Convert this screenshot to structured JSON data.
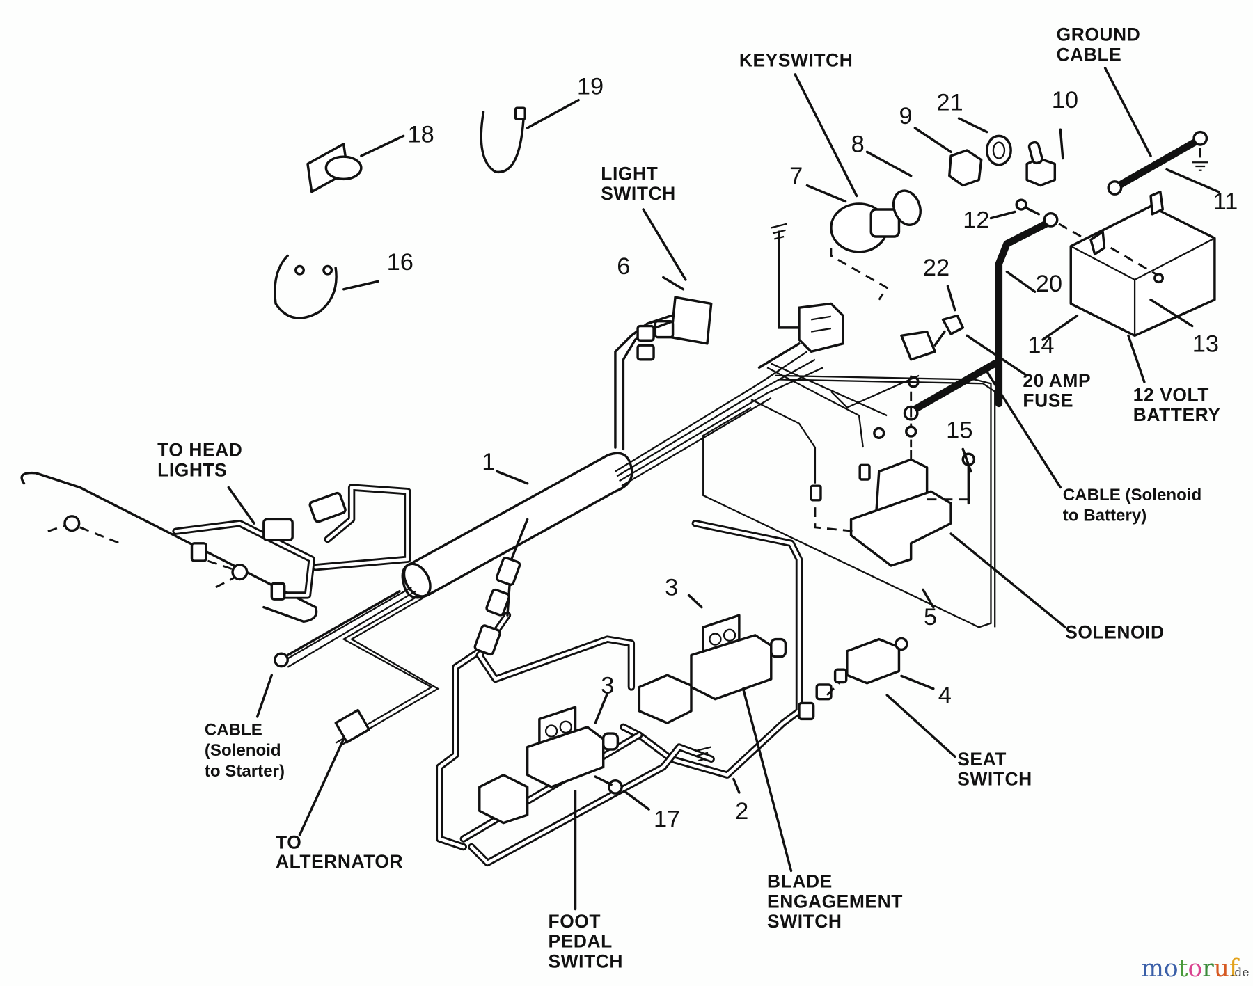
{
  "diagram": {
    "title": "Wiring Harness Parts Diagram",
    "labels": {
      "keyswitch": "KEYSWITCH",
      "ground_cable_1": "GROUND",
      "ground_cable_2": "CABLE",
      "light_switch_1": "LIGHT",
      "light_switch_2": "SWITCH",
      "head_lights_1": "TO HEAD",
      "head_lights_2": "LIGHTS",
      "fuse_1": "20 AMP",
      "fuse_2": "FUSE",
      "battery_1": "12 VOLT",
      "battery_2": "BATTERY",
      "cable_sb_1": "CABLE (Solenoid",
      "cable_sb_2": "to Battery)",
      "solenoid": "SOLENOID",
      "seat_1": "SEAT",
      "seat_2": "SWITCH",
      "cable_ss_1": "CABLE",
      "cable_ss_2": "(Solenoid",
      "cable_ss_3": "to Starter)",
      "alternator_1": "TO",
      "alternator_2": "ALTERNATOR",
      "blade_1": "BLADE",
      "blade_2": "ENGAGEMENT",
      "blade_3": "SWITCH",
      "foot_1": "FOOT",
      "foot_2": "PEDAL",
      "foot_3": "SWITCH"
    },
    "part_numbers": {
      "p1": "1",
      "p2": "2",
      "p3a": "3",
      "p3b": "3",
      "p4": "4",
      "p5": "5",
      "p6": "6",
      "p7": "7",
      "p8": "8",
      "p9": "9",
      "p10": "10",
      "p11": "11",
      "p12": "12",
      "p13": "13",
      "p14": "14",
      "p15": "15",
      "p16": "16",
      "p17": "17",
      "p18": "18",
      "p19": "19",
      "p20": "20",
      "p21": "21",
      "p22": "22"
    }
  },
  "watermark": {
    "letters": [
      "m",
      "o",
      "t",
      "o",
      "r",
      "u",
      "f"
    ],
    "colors": [
      "#3a5fa8",
      "#3a5fa8",
      "#4a9a3a",
      "#d9438f",
      "#3a8a3a",
      "#d65a22",
      "#e3a21a"
    ],
    "suffix": ".de"
  }
}
